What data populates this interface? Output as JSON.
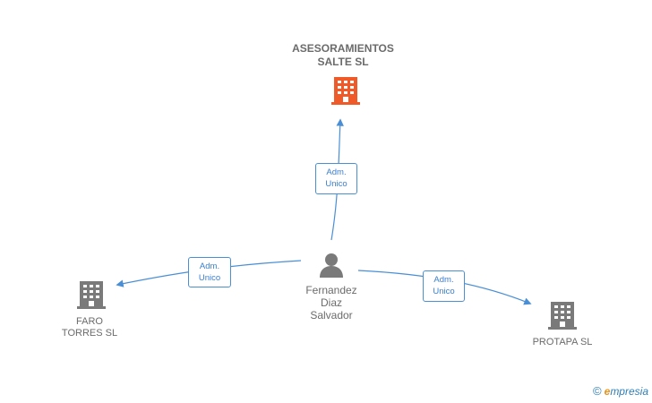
{
  "nodes": {
    "target": {
      "lines": [
        "ASESORAMIENTOS",
        "SALTE SL"
      ],
      "color": "#f05a28"
    },
    "person": {
      "lines": [
        "Fernandez",
        "Diaz",
        "Salvador"
      ],
      "color": "#7a7a7a"
    },
    "left": {
      "lines": [
        "FARO",
        "TORRES SL"
      ],
      "color": "#7a7a7a"
    },
    "right": {
      "lines": [
        "PROTAPA SL"
      ],
      "color": "#7a7a7a"
    }
  },
  "edges": {
    "to_target": {
      "lines": [
        "Adm.",
        "Unico"
      ]
    },
    "to_left": {
      "lines": [
        "Adm.",
        "Unico"
      ]
    },
    "to_right": {
      "lines": [
        "Adm.",
        "Unico"
      ]
    }
  },
  "colors": {
    "edge": "#4a8fd6"
  },
  "watermark": {
    "copyright": "©",
    "e": "e",
    "rest": "mpresia"
  }
}
